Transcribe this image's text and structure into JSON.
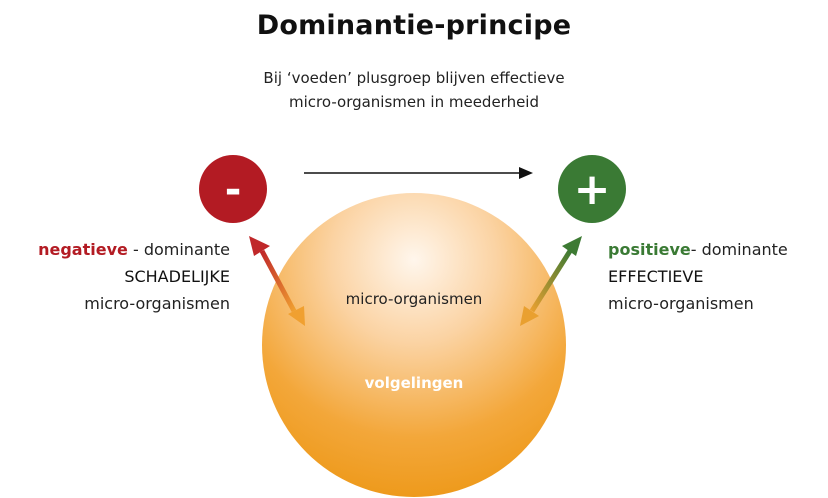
{
  "title": "Dominantie-principe",
  "subtitle": {
    "line1": "Bij ‘voeden’ plusgroep blijven effectieve",
    "line2": "micro-organismen in meederheid"
  },
  "negative": {
    "sign": "-",
    "keyword": "negatieve",
    "rest": " - dominante",
    "line2": "SCHADELIJKE",
    "line3": "micro-organismen"
  },
  "positive": {
    "sign": "+",
    "keyword": "positieve",
    "rest": "- dominante",
    "line2": "EFFECTIEVE",
    "line3": "micro-organismen"
  },
  "center_label": "micro-organismen",
  "followers_label": "volgelingen",
  "colors": {
    "negative": "#b31b23",
    "positive": "#3a7a34",
    "orange_light": "#fde3c6",
    "orange_dark": "#f0a020"
  }
}
